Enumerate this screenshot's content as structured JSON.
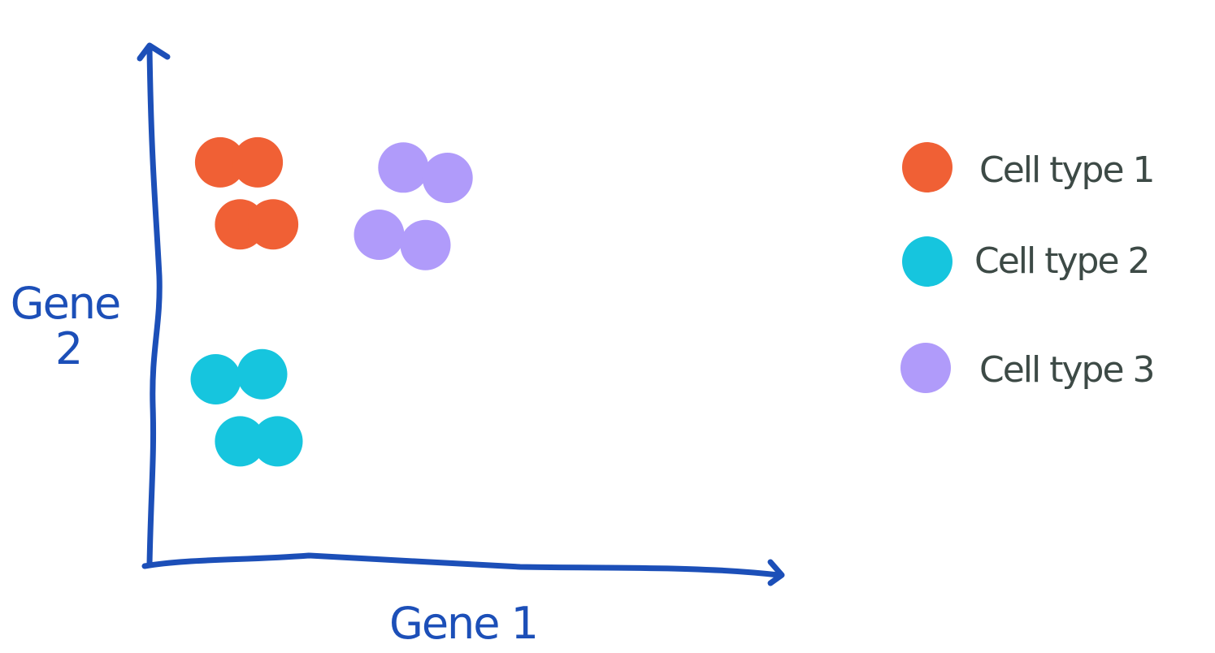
{
  "chart_data": {
    "type": "scatter",
    "xlabel": "Gene 1",
    "ylabel_lines": [
      "Gene",
      "2"
    ],
    "grid": false,
    "legend_placement": "right",
    "series": [
      {
        "name": "Cell type 1",
        "color": "#f06035",
        "points": [
          [
            0.32,
            0.78
          ],
          [
            0.49,
            0.78
          ],
          [
            0.41,
            0.66
          ],
          [
            0.56,
            0.66
          ]
        ]
      },
      {
        "name": "Cell type 2",
        "color": "#16c5de",
        "points": [
          [
            0.3,
            0.36
          ],
          [
            0.51,
            0.37
          ],
          [
            0.41,
            0.24
          ],
          [
            0.58,
            0.24
          ]
        ]
      },
      {
        "name": "Cell type 3",
        "color": "#b09bfa",
        "points": [
          [
            1.15,
            0.77
          ],
          [
            1.35,
            0.75
          ],
          [
            1.04,
            0.64
          ],
          [
            1.25,
            0.62
          ]
        ]
      }
    ]
  }
}
